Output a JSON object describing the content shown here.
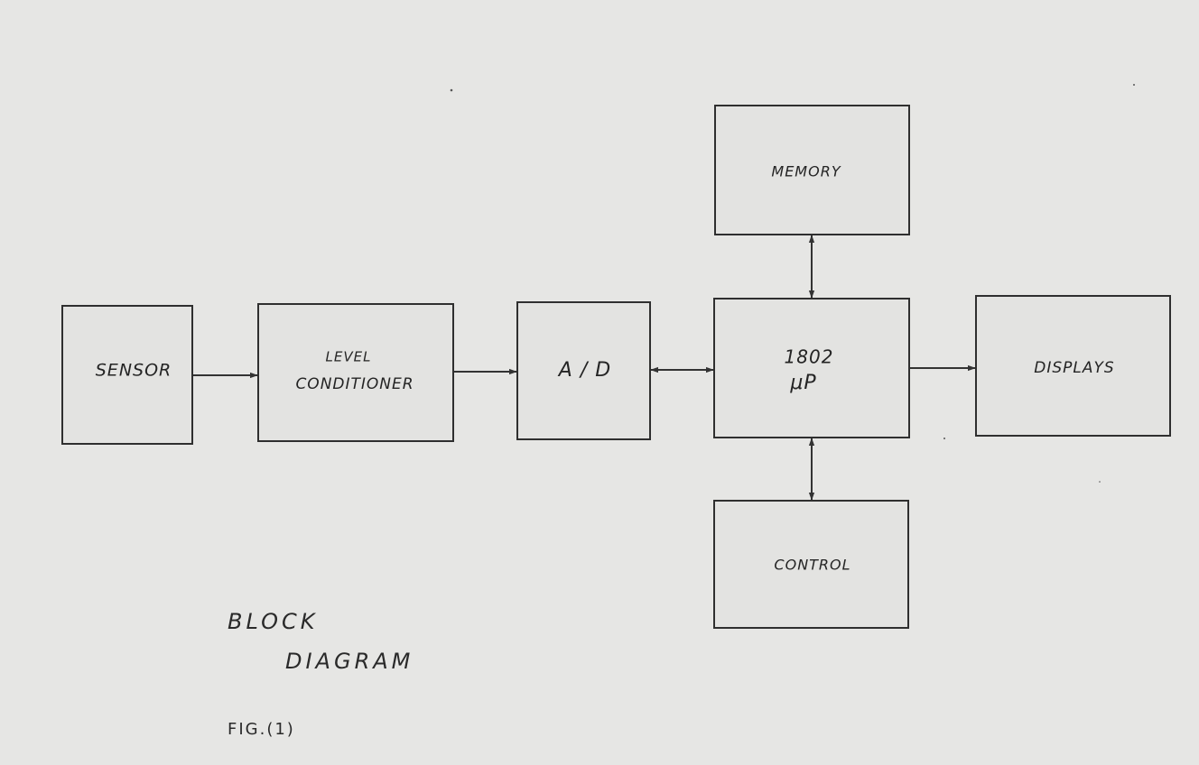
{
  "blocks": {
    "sensor": "SENSOR",
    "level_line1": "LEVEL",
    "level_line2": "CONDITIONER",
    "ad": "A / D",
    "mp_line1": "1802",
    "mp_line2": "μP",
    "memory": "MEMORY",
    "control": "CONTROL",
    "displays": "DISPLAYS"
  },
  "caption": {
    "line1": "BLOCK",
    "line2": "DIAGRAM",
    "figure": "FIG.(1)"
  }
}
